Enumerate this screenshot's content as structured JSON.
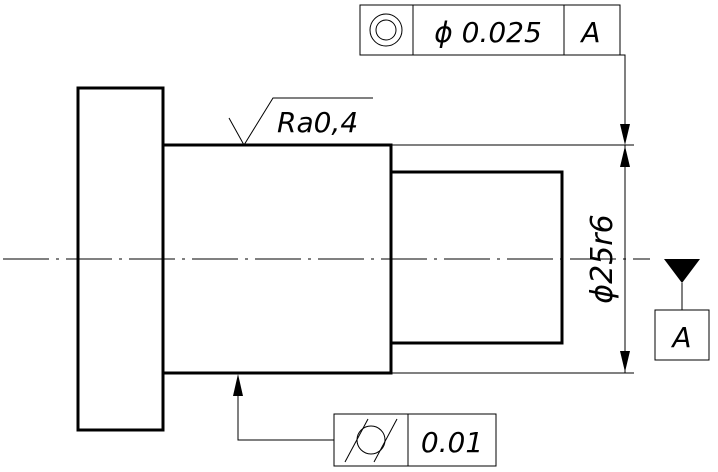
{
  "top_feature_control_frame": {
    "symbol_icon": "concentricity-symbol",
    "tolerance": "ϕ 0.025",
    "datum": "A"
  },
  "surface_roughness": {
    "symbol_icon": "roughness-check-icon",
    "value": "Ra0,4"
  },
  "diameter_dimension": {
    "text": "ϕ25r6"
  },
  "datum_feature": {
    "symbol_icon": "datum-triangle-icon",
    "letter": "A"
  },
  "bottom_feature_control_frame": {
    "symbol_icon": "cylindricity-symbol",
    "tolerance": "0.01"
  },
  "colors": {
    "line": "#000000",
    "background": "#ffffff"
  }
}
